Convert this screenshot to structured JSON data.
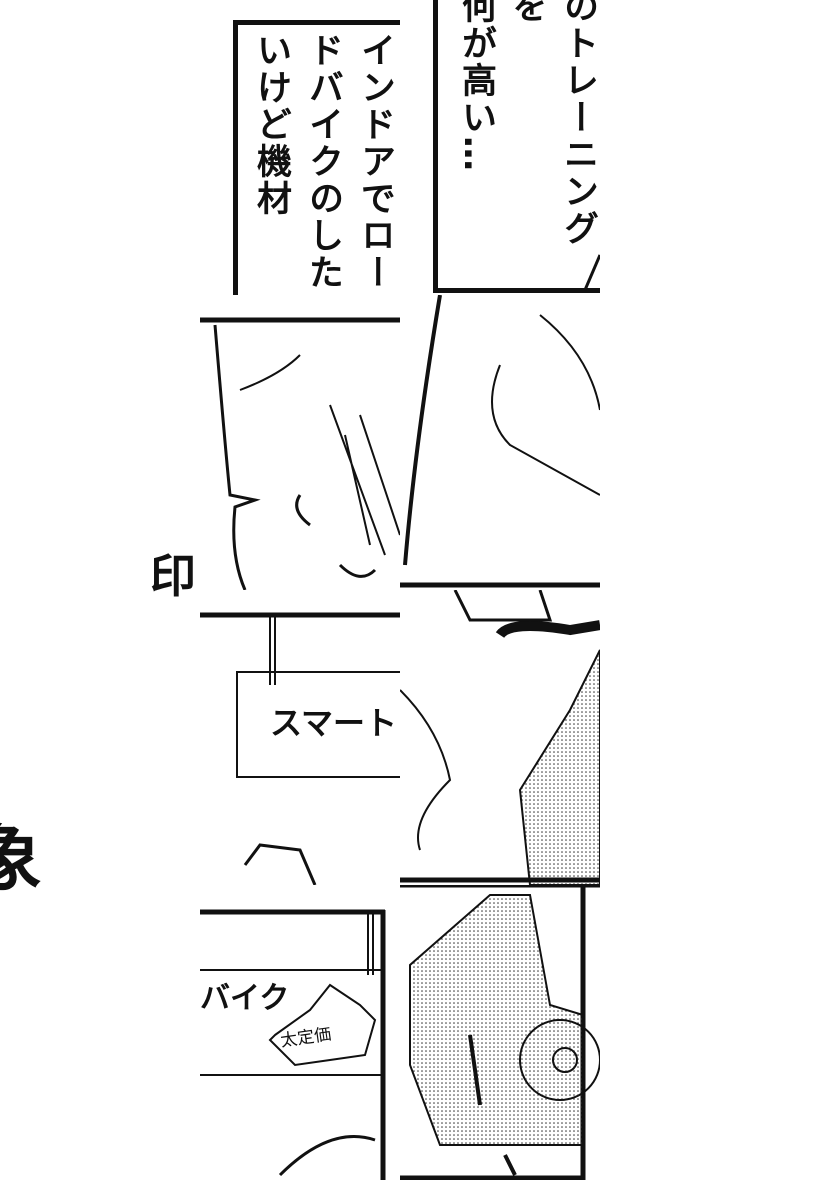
{
  "captions": {
    "left_box": "インドアでロードバイクのしたいけど機材",
    "right_box_col1": "のトレーニングを",
    "right_box_col2": "何が高い…"
  },
  "side_text": {
    "char_1": "印",
    "char_2": "象"
  },
  "signs": {
    "store_sign": "スマート",
    "bike_sign": "バイク",
    "price_burst": "太定価"
  },
  "colors": {
    "ink": "#111111",
    "paper": "#ffffff"
  }
}
